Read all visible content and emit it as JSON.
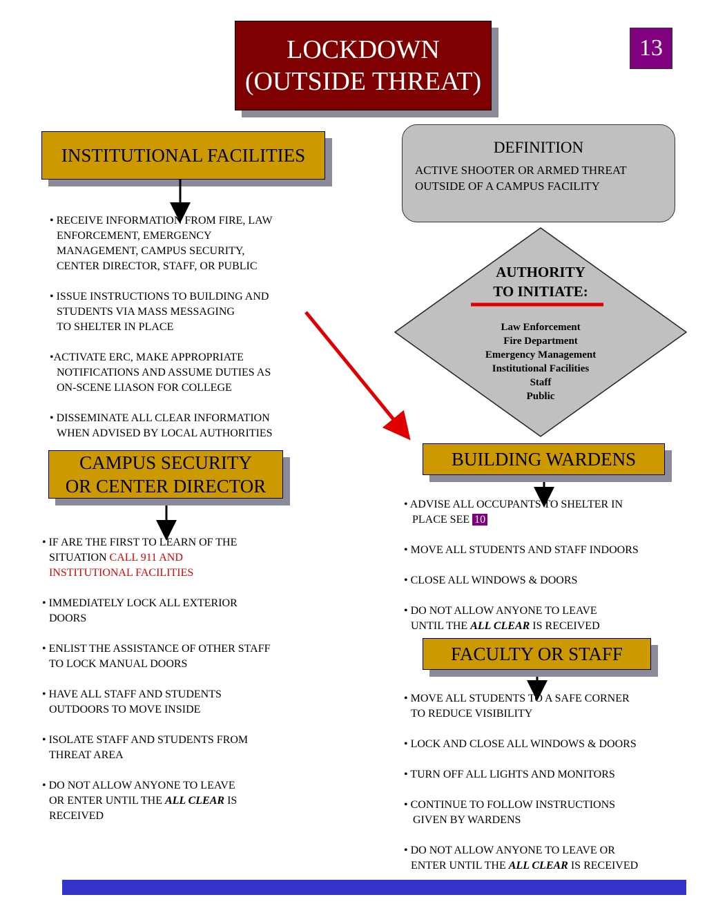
{
  "title": {
    "line1": "LOCKDOWN",
    "line2": "(OUTSIDE THREAT)"
  },
  "page_number": "13",
  "definition": {
    "heading": "DEFINITION",
    "line1": "ACTIVE SHOOTER OR ARMED THREAT",
    "line2": "OUTSIDE OF A CAMPUS FACILITY"
  },
  "authority": {
    "heading_line1": "AUTHORITY",
    "heading_line2": "TO INITIATE:",
    "items": [
      "Law Enforcement",
      "Fire Department",
      "Emergency Management",
      "Institutional Facilities",
      "Staff",
      "Public"
    ]
  },
  "institutional": {
    "label": "INSTITUTIONAL FACILITIES",
    "b1": [
      "• RECEIVE INFORMATION FROM FIRE, LAW",
      "ENFORCEMENT, EMERGENCY",
      "MANAGEMENT, CAMPUS SECURITY,",
      "CENTER DIRECTOR, STAFF, OR PUBLIC"
    ],
    "b2": [
      "• ISSUE INSTRUCTIONS TO BUILDING AND",
      "STUDENTS VIA MASS MESSAGING",
      "TO SHELTER IN PLACE"
    ],
    "b3": [
      "•ACTIVATE ERC, MAKE APPROPRIATE",
      "NOTIFICATIONS AND ASSUME DUTIES AS",
      "ON-SCENE LIASON FOR COLLEGE"
    ],
    "b4": [
      "• DISSEMINATE ALL CLEAR INFORMATION",
      "WHEN ADVISED BY LOCAL AUTHORITIES"
    ]
  },
  "campus": {
    "label_line1": "CAMPUS SECURITY",
    "label_line2": "OR CENTER DIRECTOR",
    "b1_l1": "• IF ARE THE FIRST TO LEARN OF THE",
    "b1_l2a": "SITUATION ",
    "b1_l2b": "CALL 911 AND",
    "b1_l3": "INSTITUTIONAL FACILITIES",
    "b2": [
      "• IMMEDIATELY LOCK ALL EXTERIOR",
      "DOORS"
    ],
    "b3": [
      "• ENLIST THE ASSISTANCE OF OTHER STAFF",
      "TO LOCK MANUAL DOORS"
    ],
    "b4": [
      "• HAVE ALL STAFF AND STUDENTS",
      "OUTDOORS TO MOVE INSIDE"
    ],
    "b5": [
      "• ISOLATE STAFF AND STUDENTS FROM",
      "THREAT AREA"
    ],
    "b6_l1": "• DO NOT ALLOW ANYONE TO LEAVE",
    "b6_l2a": "OR ENTER UNTIL THE ",
    "b6_l2b": "ALL CLEAR",
    "b6_l2c": " IS",
    "b6_l3": "RECEIVED"
  },
  "wardens": {
    "label": "BUILDING WARDENS",
    "b1_l1": "• ADVISE ALL OCCUPANTS TO SHELTER IN",
    "b1_l2": "PLACE SEE ",
    "b1_ref": "10",
    "b2": "• MOVE ALL STUDENTS AND STAFF INDOORS",
    "b3": "• CLOSE ALL WINDOWS & DOORS",
    "b4_l1": "• DO NOT ALLOW ANYONE TO LEAVE",
    "b4_l2a": "UNTIL THE ",
    "b4_l2b": "ALL CLEAR",
    "b4_l2c": " IS RECEIVED"
  },
  "faculty": {
    "label": "FACULTY OR STAFF",
    "b1": [
      "• MOVE ALL STUDENTS TO A  SAFE CORNER",
      "TO REDUCE VISIBILITY"
    ],
    "b2": "•  LOCK AND CLOSE ALL WINDOWS & DOORS",
    "b3": "• TURN OFF ALL LIGHTS AND MONITORS",
    "b4": [
      "• CONTINUE TO FOLLOW INSTRUCTIONS",
      "GIVEN BY WARDENS"
    ],
    "b5_l1": "•  DO NOT ALLOW ANYONE TO LEAVE OR",
    "b5_l2a": "ENTER UNTIL THE ",
    "b5_l2b": "ALL CLEAR",
    "b5_l2c": " IS RECEIVED"
  },
  "colors": {
    "title_bg": "#7f0000",
    "label_bg": "#cc9900",
    "badge_bg": "#800080",
    "arrow_red": "#e00000",
    "bottom_bar": "#3333cc"
  }
}
